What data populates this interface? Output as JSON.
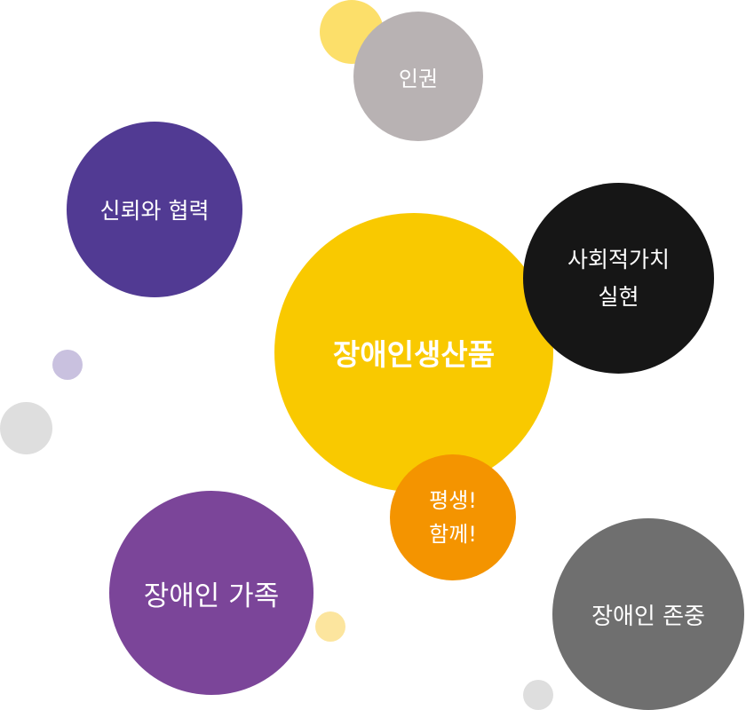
{
  "bubbles": {
    "center": {
      "label": "장애인생산품",
      "color": "#F9C900"
    },
    "human_rights": {
      "label": "인권",
      "color": "#B8B2B3"
    },
    "trust": {
      "label": "신뢰와 협력",
      "color": "#513A93"
    },
    "social": {
      "label": "사회적가치\n실현",
      "color": "#161616"
    },
    "together": {
      "label": "평생!\n함께!",
      "color": "#F49400"
    },
    "family": {
      "label": "장애인 가족",
      "color": "#7B4599"
    },
    "respect": {
      "label": "장애인 존중",
      "color": "#6F6F6F"
    }
  },
  "decorations": {
    "small_yellow": "#FCDF6A",
    "lavender": "#C9C1DF",
    "gray_left": "#DEDEDE",
    "pale_yellow": "#FCE59E",
    "gray_bottom": "#DEDEDE"
  }
}
